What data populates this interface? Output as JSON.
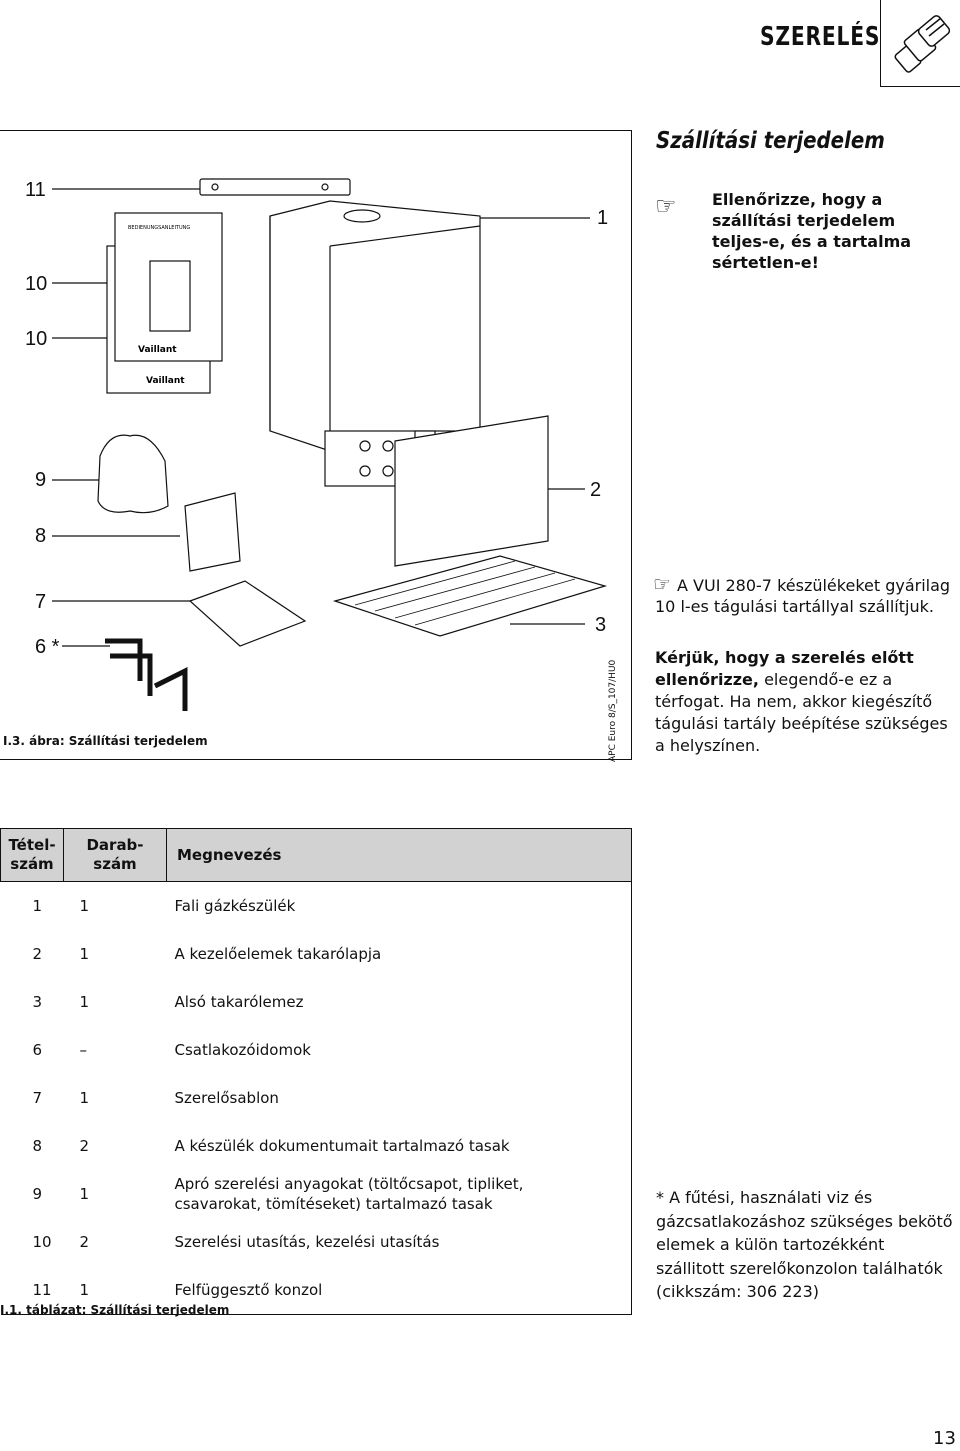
{
  "header": {
    "title": "SZERELÉS",
    "icon": "pipe-fitting-icon"
  },
  "figure": {
    "labels": {
      "l11": "11",
      "l10a": "10",
      "l10b": "10",
      "l9": "9",
      "l8": "8",
      "l7": "7",
      "l6": "6 *",
      "l1": "1",
      "l2": "2",
      "l3": "3"
    },
    "manual_title": "BEDIENUNGSANLEITUNG",
    "brand": "Vaillant",
    "caption": "I.3. ábra: Szállítási terjedelem",
    "code": "APC Euro 8/S_107/HU0"
  },
  "section": {
    "title": "Szállítási terjedelem",
    "note1": "Ellenőrizze, hogy a szállítási terjedelem teljes-e, és a tartalma sértetlen-e!",
    "note2": "A VUI 280-7 készülékeket gyárilag 10 l-es tágulási tartállyal szállítjuk.",
    "note3_bold": "Kérjük, hogy a szerelés előtt ellenőrizze,",
    "note3_rest": " elegendő-e ez a térfogat. Ha nem, akkor kiegészítő tágulási tartály beépítése szükséges a helyszínen."
  },
  "table": {
    "headers": {
      "num": "Tétel-szám",
      "qty": "Darab-szám",
      "name": "Megnevezés"
    },
    "rows": [
      {
        "num": "1",
        "qty": "1",
        "desc": "Fali gázkészülék"
      },
      {
        "num": "2",
        "qty": "1",
        "desc": "A kezelőelemek takarólapja"
      },
      {
        "num": "3",
        "qty": "1",
        "desc": "Alsó takarólemez"
      },
      {
        "num": "6",
        "qty": "–",
        "desc": "Csatlakozóidomok"
      },
      {
        "num": "7",
        "qty": "1",
        "desc": "Szerelősablon"
      },
      {
        "num": "8",
        "qty": "2",
        "desc": "A készülék dokumentumait tartalmazó tasak"
      },
      {
        "num": "9",
        "qty": "1",
        "desc": "Apró szerelési anyagokat (töltőcsapot, tipliket, csavarokat, tömítéseket) tartalmazó tasak"
      },
      {
        "num": "10",
        "qty": "2",
        "desc": "Szerelési utasítás,  kezelési utasítás"
      },
      {
        "num": "11",
        "qty": "1",
        "desc": "Felfüggesztő konzol"
      }
    ],
    "caption": "I.1. táblázat: Szállítási terjedelem"
  },
  "footnote": "* A fűtési, használati viz és gázcsatlakozáshoz szükséges bekötő elemek a külön tartozékként szállitott szerelőkonzolon találhatók (cikkszám: 306 223)",
  "page_number": "13"
}
